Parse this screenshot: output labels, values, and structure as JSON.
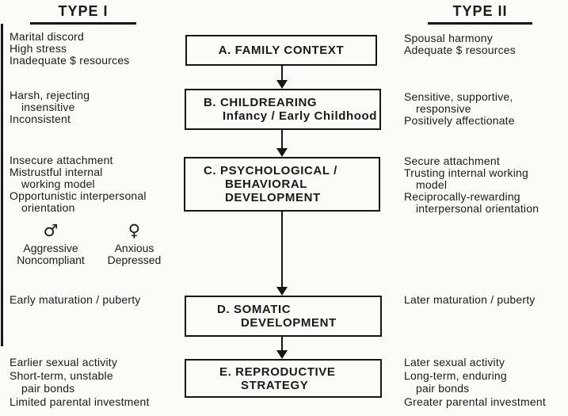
{
  "colors": {
    "ink": "#1a1a1a",
    "background": "#fbfbf8"
  },
  "headers": {
    "type_i": "TYPE I",
    "type_ii": "TYPE II"
  },
  "flowchart": {
    "box_a": {
      "line1": "A. FAMILY CONTEXT"
    },
    "box_b": {
      "line1": "B. CHILDREARING",
      "line2": "Infancy / Early Childhood"
    },
    "box_c": {
      "line1": "C. PSYCHOLOGICAL /",
      "line2": "BEHAVIORAL",
      "line3": "DEVELOPMENT"
    },
    "box_d": {
      "line1": "D. SOMATIC",
      "line2": "DEVELOPMENT"
    },
    "box_e": {
      "line1": "E. REPRODUCTIVE",
      "line2": "STRATEGY"
    }
  },
  "type1": {
    "family_context": [
      "Marital discord",
      "High stress",
      "Inadequate $ resources"
    ],
    "childrearing": [
      "Harsh, rejecting",
      "insensitive",
      "Inconsistent"
    ],
    "psychological": [
      "Insecure attachment",
      "Mistrustful internal",
      "working model",
      "Opportunistic interpersonal",
      "orientation"
    ],
    "male_symbol": "♂",
    "male_traits": [
      "Aggressive",
      "Noncompliant"
    ],
    "female_symbol": "♀",
    "female_traits": [
      "Anxious",
      "Depressed"
    ],
    "somatic": [
      "Early maturation / puberty"
    ],
    "reproductive": [
      "Earlier sexual activity",
      "Short-term, unstable",
      "pair bonds",
      "Limited parental investment"
    ]
  },
  "type2": {
    "family_context": [
      "Spousal harmony",
      "Adequate $ resources"
    ],
    "childrearing": [
      "Sensitive, supportive,",
      "responsive",
      "Positively affectionate"
    ],
    "psychological": [
      "Secure attachment",
      "Trusting internal working",
      "model",
      "Reciprocally-rewarding",
      "interpersonal orientation"
    ],
    "somatic": [
      "Later maturation / puberty"
    ],
    "reproductive": [
      "Later sexual activity",
      "Long-term, enduring",
      "pair bonds",
      "Greater parental investment"
    ]
  }
}
